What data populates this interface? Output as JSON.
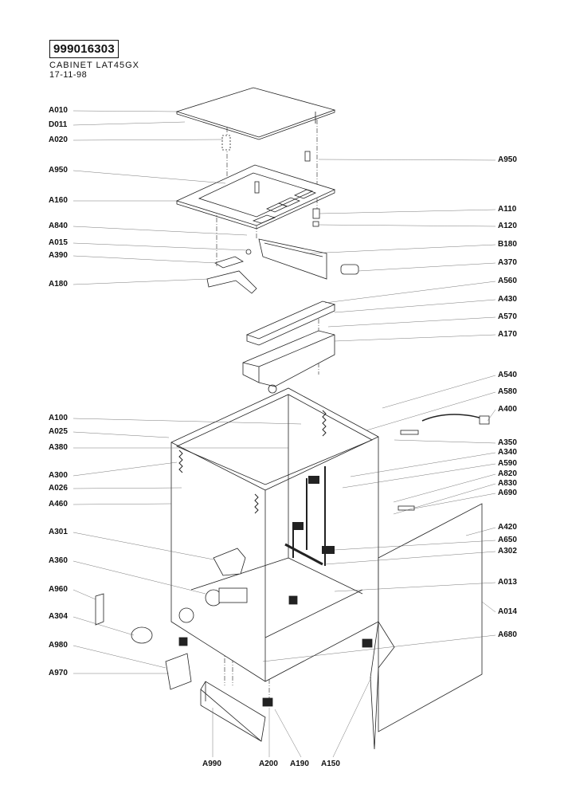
{
  "header": {
    "document_number": "999016303",
    "title": "CABINET LAT45GX",
    "date": "17-11-98"
  },
  "labels": {
    "A010": "A010",
    "D011": "D011",
    "A020": "A020",
    "A950_left": "A950",
    "A160": "A160",
    "A840": "A840",
    "A015": "A015",
    "A390": "A390",
    "A180": "A180",
    "A100": "A100",
    "A025": "A025",
    "A380": "A380",
    "A300": "A300",
    "A026": "A026",
    "A460": "A460",
    "A301": "A301",
    "A360": "A360",
    "A960": "A960",
    "A304": "A304",
    "A980": "A980",
    "A970": "A970",
    "A950_right": "A950",
    "A110": "A110",
    "A120": "A120",
    "B180": "B180",
    "A370": "A370",
    "A560": "A560",
    "A430": "A430",
    "A570": "A570",
    "A170": "A170",
    "A540": "A540",
    "A580": "A580",
    "A400": "A400",
    "A350": "A350",
    "A340": "A340",
    "A590": "A590",
    "A820": "A820",
    "A830": "A830",
    "A690": "A690",
    "A420": "A420",
    "A650": "A650",
    "A302": "A302",
    "A013": "A013",
    "A014": "A014",
    "A680": "A680",
    "A990": "A990",
    "A200": "A200",
    "A190": "A190",
    "A150": "A150"
  }
}
